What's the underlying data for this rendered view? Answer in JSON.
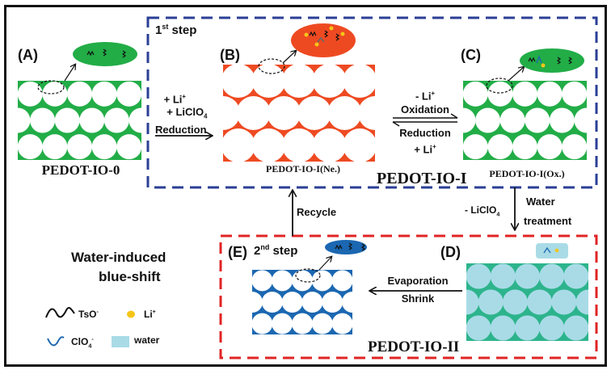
{
  "colors": {
    "green": "#22ad47",
    "orange": "#ee4a22",
    "blue_lattice": "#1b67b1",
    "teal": "#2db48c",
    "water": "#a9dbe7",
    "li_dot": "#f5c518",
    "blue_dash": "#2b3f96",
    "red_dash": "#e02424"
  },
  "panels": {
    "A": {
      "label": "(A)",
      "name": "PEDOT-IO-0"
    },
    "B": {
      "label": "(B)",
      "name": "PEDOT-IO-I(Ne.)"
    },
    "C": {
      "label": "(C)",
      "name": "PEDOT-IO-I(Ox.)"
    },
    "D": {
      "label": "(D)"
    },
    "E": {
      "label": "(E)"
    }
  },
  "steps": {
    "first": {
      "num": "1",
      "sup": "st",
      "text": " step",
      "group": "PEDOT-IO-I"
    },
    "second": {
      "num": "2",
      "sup": "nd",
      "text": " step",
      "group": "PEDOT-IO-II"
    }
  },
  "arrows": {
    "a_to_b": {
      "line1_pre": "+ Li",
      "line1_sup": "+",
      "line2_pre": "+ LiClO",
      "line2_sub": "4",
      "line3": "Reduction"
    },
    "b_c_top": {
      "line1_pre": "- Li",
      "line1_sup": "+",
      "line2": "Oxidation"
    },
    "b_c_bottom": {
      "line1": "Reduction",
      "line2_pre": "+ Li",
      "line2_sup": "+"
    },
    "c_to_d": {
      "left_pre": "- LiClO",
      "left_sub": "4",
      "right1": "Water",
      "right2": "treatment"
    },
    "d_to_e": {
      "line1": "Evaporation",
      "line2": "Shrink"
    },
    "e_to_b": {
      "label": "Recycle"
    }
  },
  "side_title": {
    "line1": "Water-induced",
    "line2": "blue-shift"
  },
  "legend": [
    {
      "symbol": "tso-wave-icon",
      "label_pre": "TsO",
      "label_sup": "-"
    },
    {
      "symbol": "li-dot-icon",
      "label_pre": "Li",
      "label_sup": "+"
    },
    {
      "symbol": "clo4-wave-icon",
      "label_pre": "ClO",
      "label_sub": "4",
      "label_sup": "-"
    },
    {
      "symbol": "water-swatch-icon",
      "label_pre": "water"
    }
  ]
}
